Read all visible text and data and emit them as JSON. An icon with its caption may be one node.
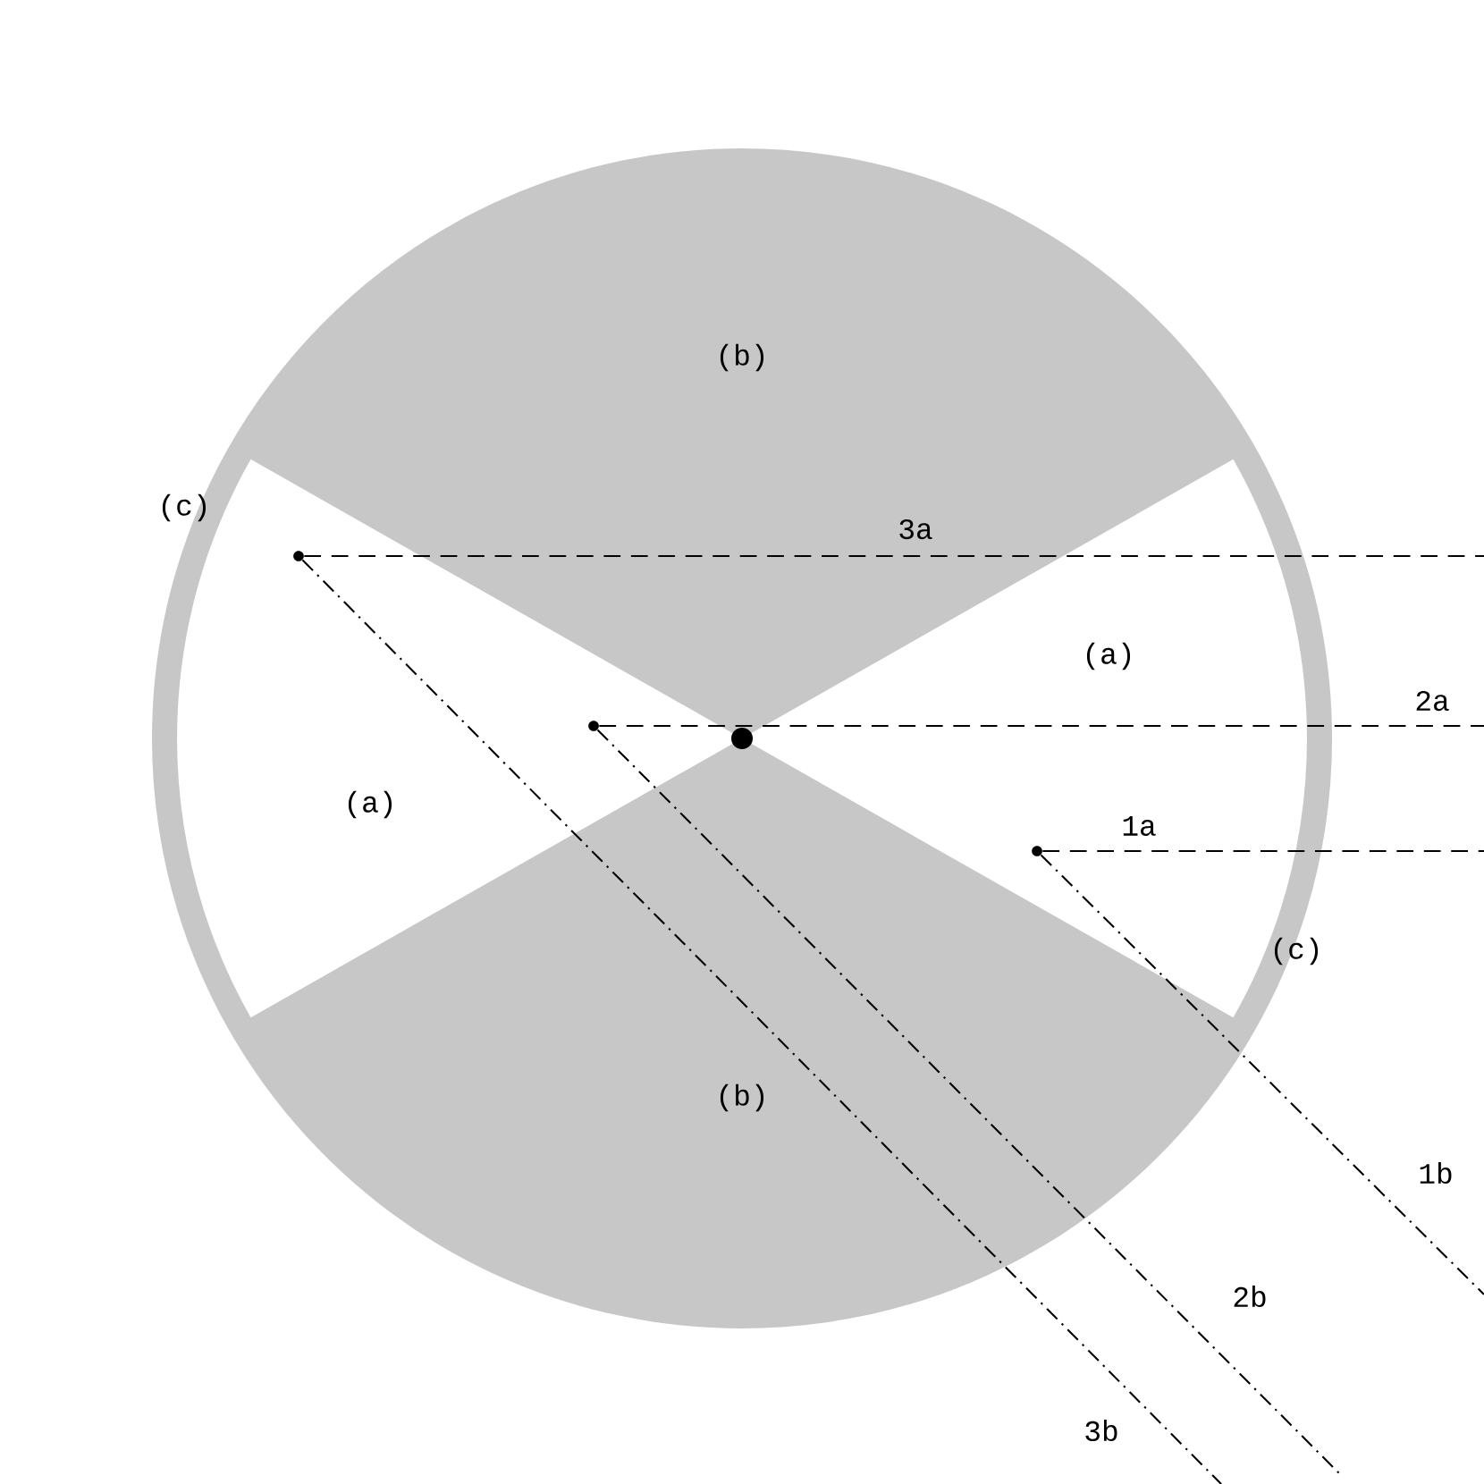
{
  "diagram": {
    "nodes": [
      {
        "text": [],
        "shape": "circle"
      },
      {
        "text": [],
        "shape": "circle"
      },
      {
        "text": [],
        "shape": "circle"
      }
    ],
    "edges": [
      {
        "from": 0,
        "to": null,
        "arrow": "none",
        "style": "dashed",
        "label": "3a"
      },
      {
        "from": 1,
        "to": null,
        "arrow": "none",
        "style": "dashed",
        "label": "2a"
      },
      {
        "from": 2,
        "to": null,
        "arrow": "none",
        "style": "dashed",
        "label": "1a"
      },
      {
        "from": 2,
        "to": null,
        "arrow": "none",
        "label": "1b"
      },
      {
        "from": 1,
        "to": null,
        "arrow": "none",
        "label": "2b"
      },
      {
        "from": 0,
        "to": null,
        "arrow": "none",
        "label": "3b"
      }
    ],
    "labels": [
      "(b)",
      "(c)",
      "(a)",
      "(a)",
      "(c)",
      "(b)"
    ]
  }
}
